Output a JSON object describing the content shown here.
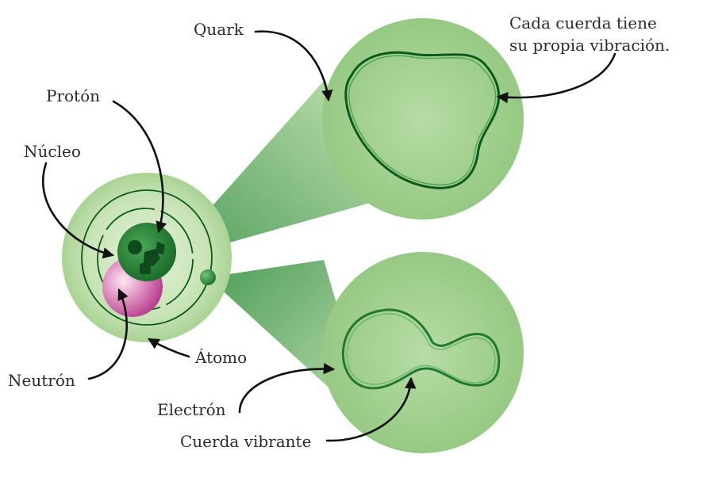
{
  "labels": {
    "quark": "Quark",
    "string_note_line1": "Cada cuerda tiene",
    "string_note_line2": "su propia vibración.",
    "proton": "Protón",
    "nucleus": "Núcleo",
    "neutron": "Neutrón",
    "atom": "Átomo",
    "electron": "Electrón",
    "vibrating_string": "Cuerda vibrante"
  },
  "colors": {
    "light_green": "#a9d394",
    "mid_green": "#82c06a",
    "dark_green": "#0b5a1c",
    "nucleus_green": "#2e8a3a",
    "neutron_pink": "#c0509a",
    "text": "#2b2b2b"
  }
}
